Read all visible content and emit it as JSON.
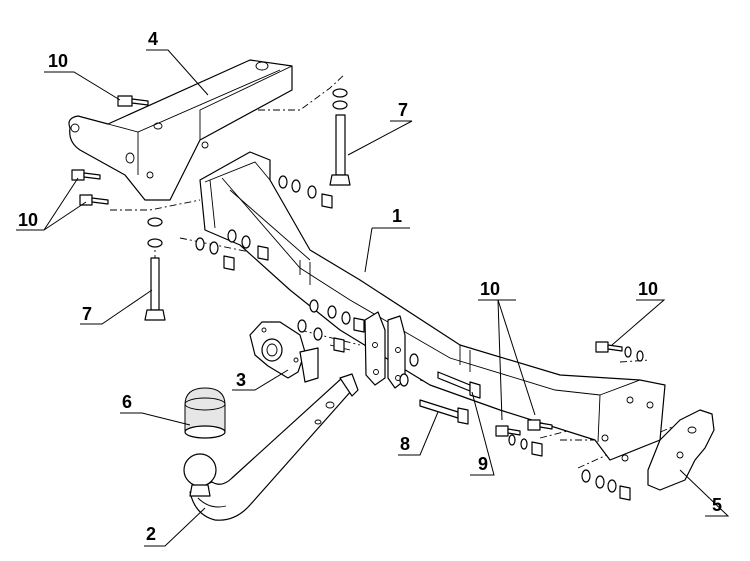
{
  "callouts": {
    "c1": "1",
    "c2": "2",
    "c3": "3",
    "c4": "4",
    "c5": "5",
    "c6": "6",
    "c7a": "7",
    "c7b": "7",
    "c8": "8",
    "c9": "9",
    "c10a": "10",
    "c10b": "10",
    "c10c": "10",
    "c10d": "10"
  }
}
